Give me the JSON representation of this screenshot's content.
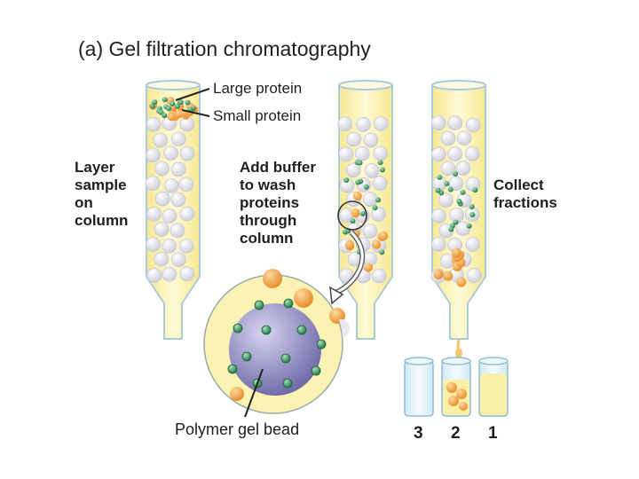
{
  "title": "(a) Gel filtration chromatography",
  "labels": {
    "large_protein": "Large protein",
    "small_protein": "Small protein",
    "layer_sample": "Layer\nsample\non\ncolumn",
    "add_buffer": "Add buffer\nto wash\nproteins\nthrough\ncolumn",
    "collect_fractions": "Collect\nfractions",
    "polymer_bead": "Polymer gel bead"
  },
  "fractions": [
    "3",
    "2",
    "1"
  ],
  "colors": {
    "column_fill": "#fbf3b4",
    "column_wall": "#b8d7e6",
    "bead": "#ededf2",
    "large_protein": "#f3a84a",
    "small_protein": "#3d9a61",
    "gel_bead": "#8e8abf",
    "arrow": "#666666"
  }
}
